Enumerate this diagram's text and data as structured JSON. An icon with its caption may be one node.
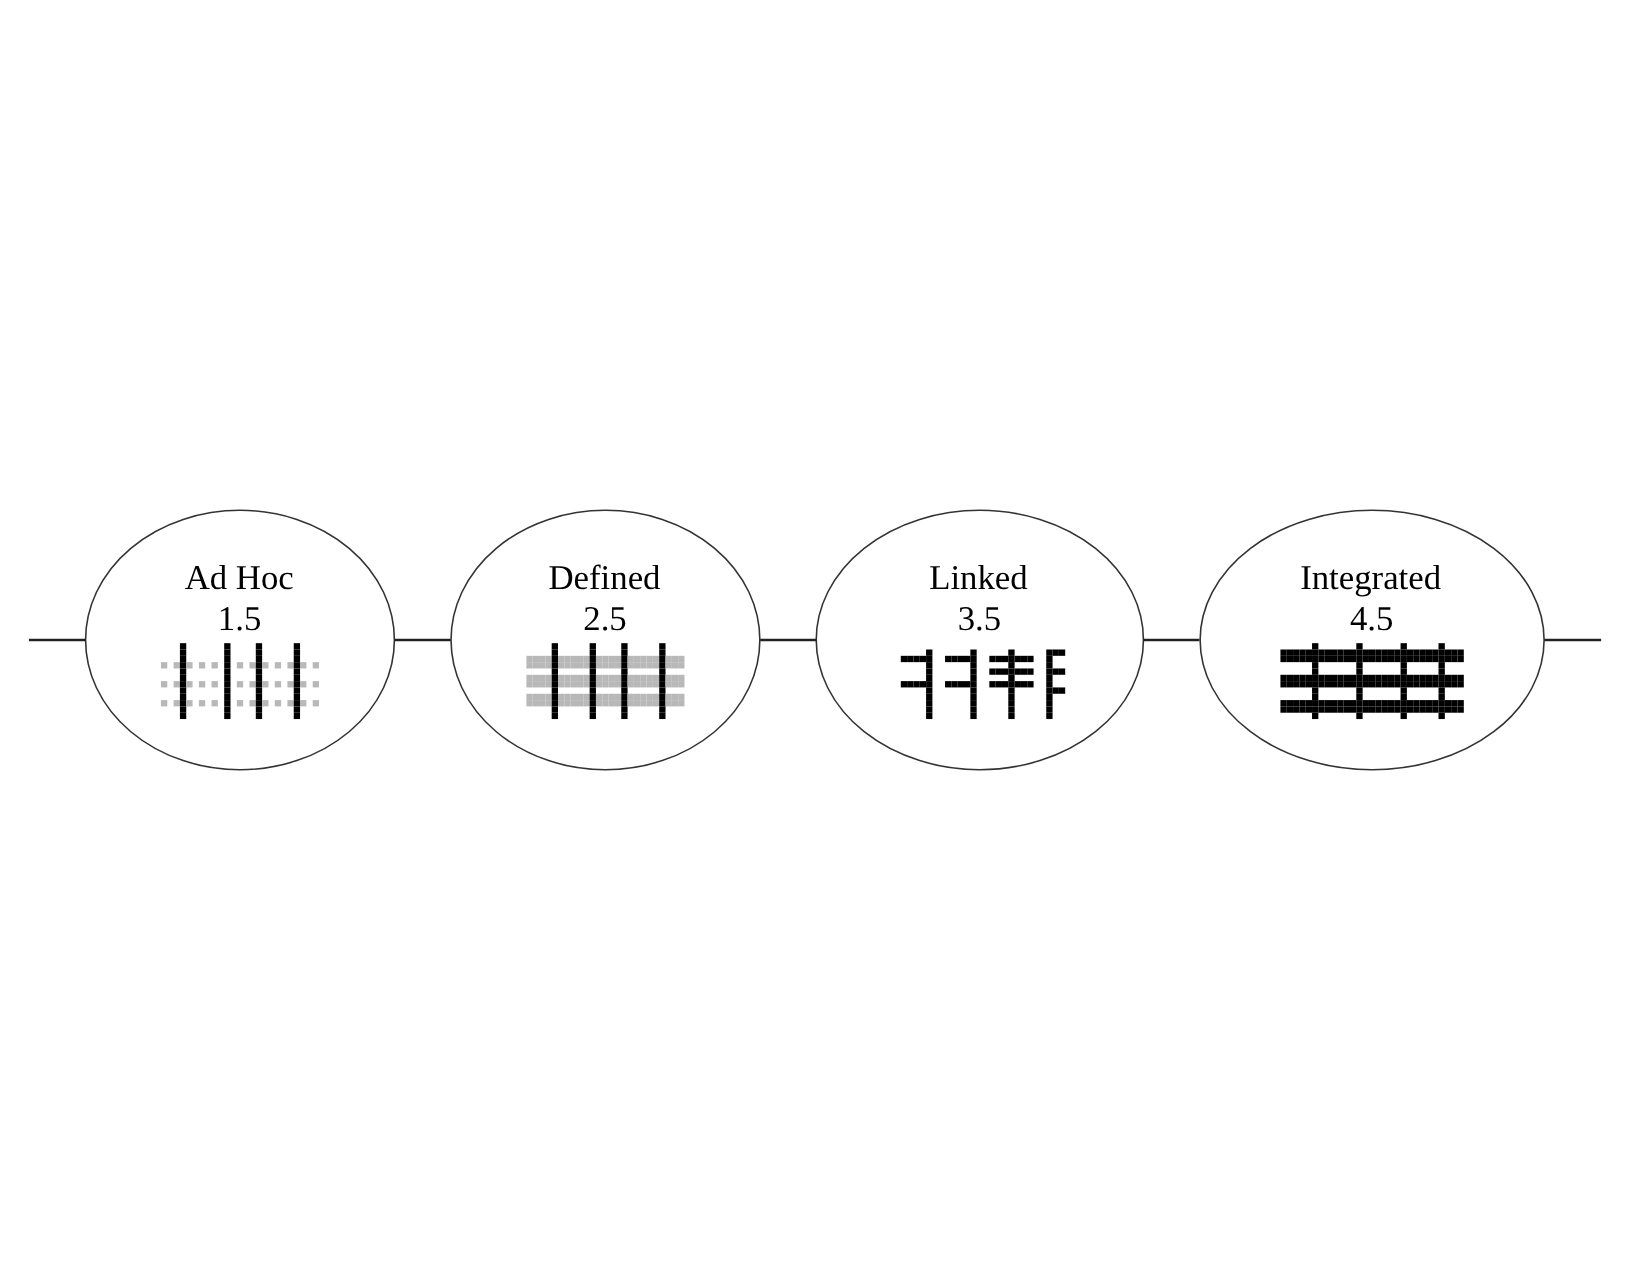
{
  "diagram": {
    "nodes": [
      {
        "text": [
          "Ad Hoc",
          "1.5"
        ]
      },
      {
        "text": [
          "Defined",
          "2.5"
        ]
      },
      {
        "text": [
          "Linked",
          "3.5"
        ]
      },
      {
        "text": [
          "Integrated",
          "4.5"
        ]
      }
    ],
    "edges": [
      {
        "from": null,
        "to": 0,
        "arrow": "none"
      },
      {
        "from": 0,
        "to": 1,
        "arrow": "none"
      },
      {
        "from": 1,
        "to": 2,
        "arrow": "none"
      },
      {
        "from": 2,
        "to": 3,
        "arrow": "none"
      },
      {
        "from": 3,
        "to": null,
        "arrow": "none"
      }
    ]
  }
}
